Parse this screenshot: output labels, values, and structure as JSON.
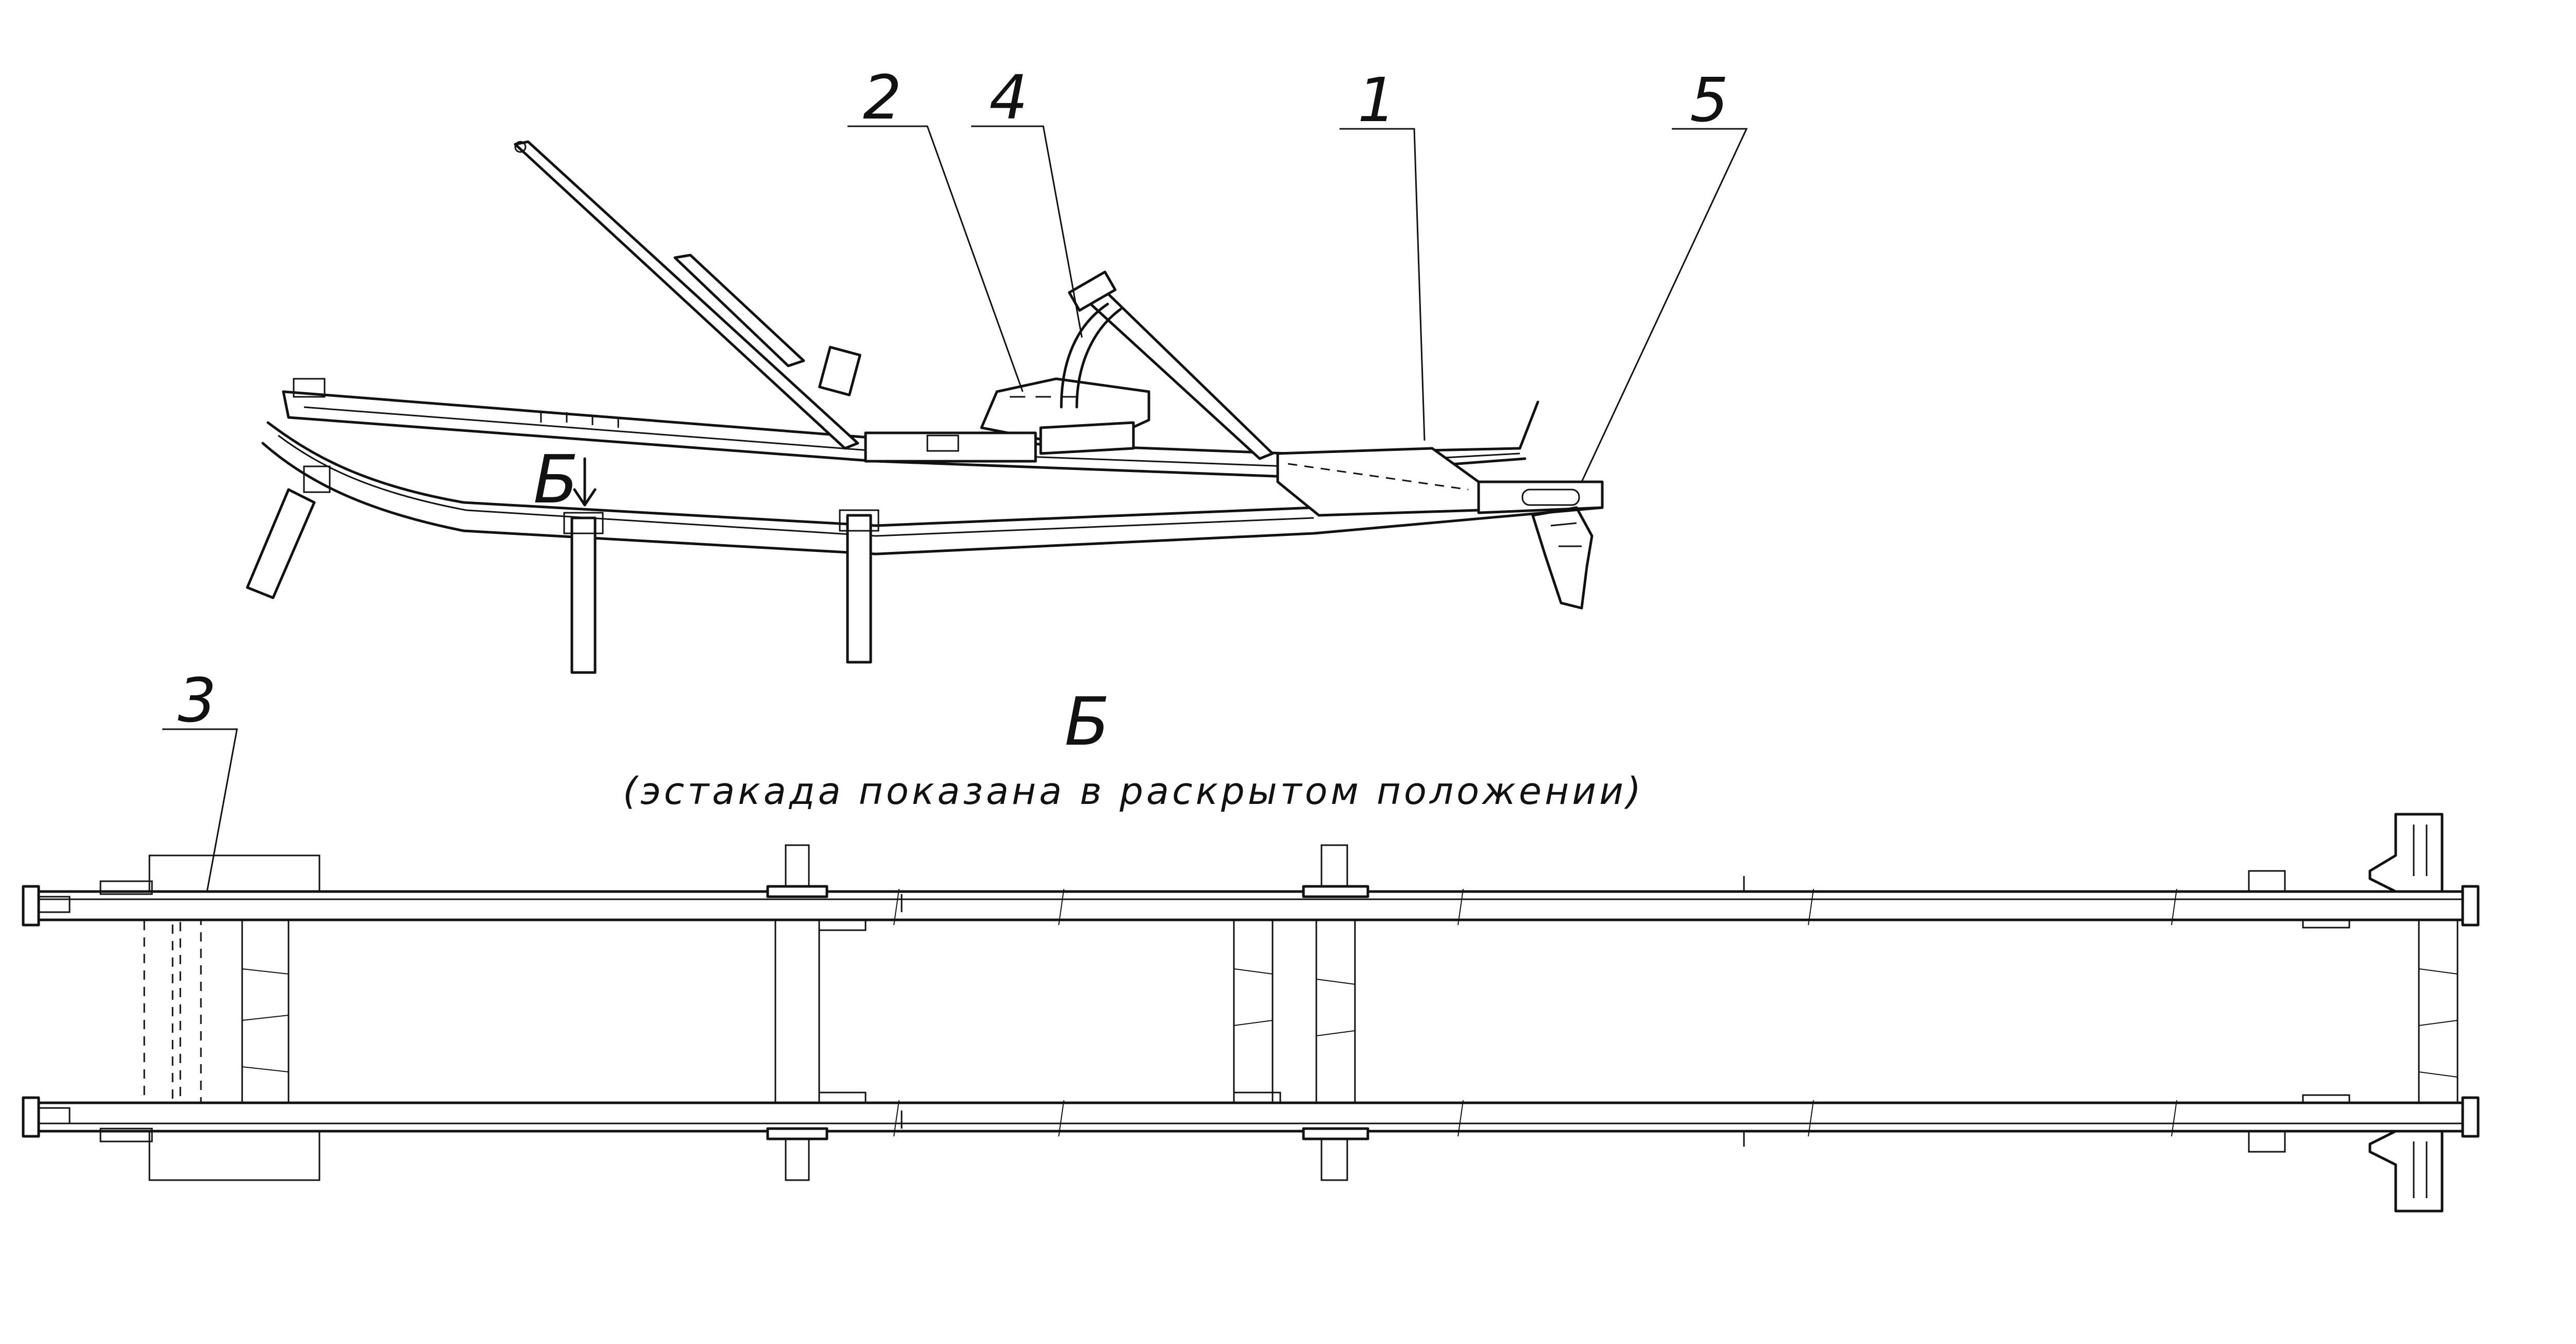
{
  "callouts": [
    {
      "id": "1",
      "text": "1"
    },
    {
      "id": "2",
      "text": "2"
    },
    {
      "id": "3",
      "text": "3"
    },
    {
      "id": "4",
      "text": "4"
    },
    {
      "id": "5",
      "text": "5"
    }
  ],
  "section_marker": "Б",
  "view": {
    "title": "Б",
    "note": "(эстакада показана в раскрытом положении)"
  }
}
